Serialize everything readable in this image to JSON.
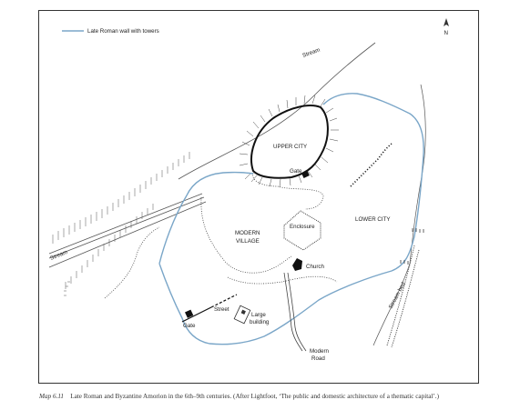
{
  "legend": {
    "wall_label": "Late Roman wall with towers",
    "wall_color": "#7aa6c8"
  },
  "north": {
    "label": "N",
    "icon": "north-arrow-icon"
  },
  "labels": {
    "upper_city": "UPPER CITY",
    "lower_city": "LOWER CITY",
    "modern_village_1": "MODERN",
    "modern_village_2": "VILLAGE",
    "enclosure": "Enclosure",
    "church": "Church",
    "gate_upper": "Gate",
    "gate_lower": "Gate",
    "street": "Street",
    "large_building_1": "Large",
    "large_building_2": "building",
    "modern_road_1": "Modern",
    "modern_road_2": "Road",
    "stream_top": "Stream",
    "stream_left": "Stream",
    "stream_bed": "Stream bed"
  },
  "caption": {
    "number": "Map 6.11",
    "text": "Late Roman and Byzantine Amorion in the 6th–9th centuries. (After Lightfoot, ‘The public and domestic architecture of a thematic capital’.)"
  }
}
